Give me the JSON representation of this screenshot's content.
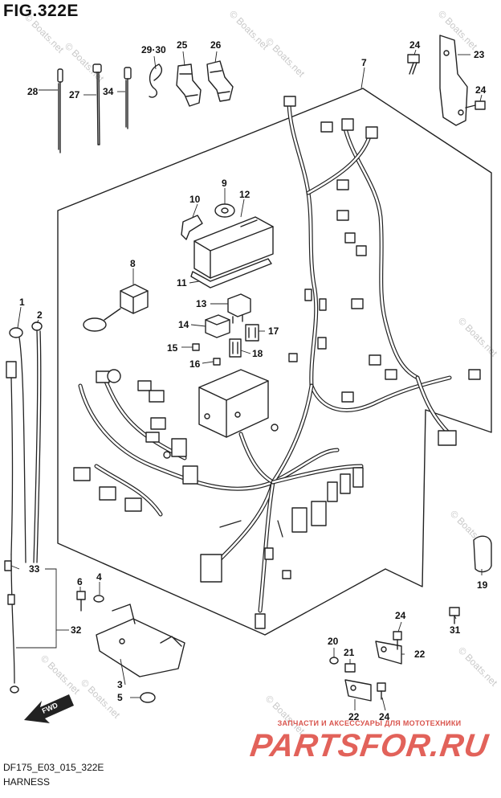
{
  "figure": {
    "title": "FIG.322E",
    "code": "DF175_E03_015_322E",
    "name": "HARNESS"
  },
  "watermarks": {
    "site": "© Boats.net",
    "promo": "ЗАПЧАСТИ И АКСЕССУАРЫ ДЛЯ МОТОТЕХНИКИ",
    "brand": "PARTSFOR.RU"
  },
  "fwd_label": "FWD",
  "callouts": [
    "1",
    "2",
    "3",
    "4",
    "5",
    "6",
    "7",
    "8",
    "9",
    "10",
    "11",
    "12",
    "13",
    "14",
    "15",
    "16",
    "17",
    "18",
    "19",
    "20",
    "21",
    "22",
    "22",
    "23",
    "24",
    "24",
    "24",
    "24",
    "25",
    "26",
    "27",
    "28",
    "29·30",
    "31",
    "32",
    "33",
    "34"
  ],
  "colors": {
    "ink": "#111111",
    "promo_red": "#d9544d",
    "brand_red": "#e2625a",
    "watermark_gray": "#c9c9c9"
  }
}
